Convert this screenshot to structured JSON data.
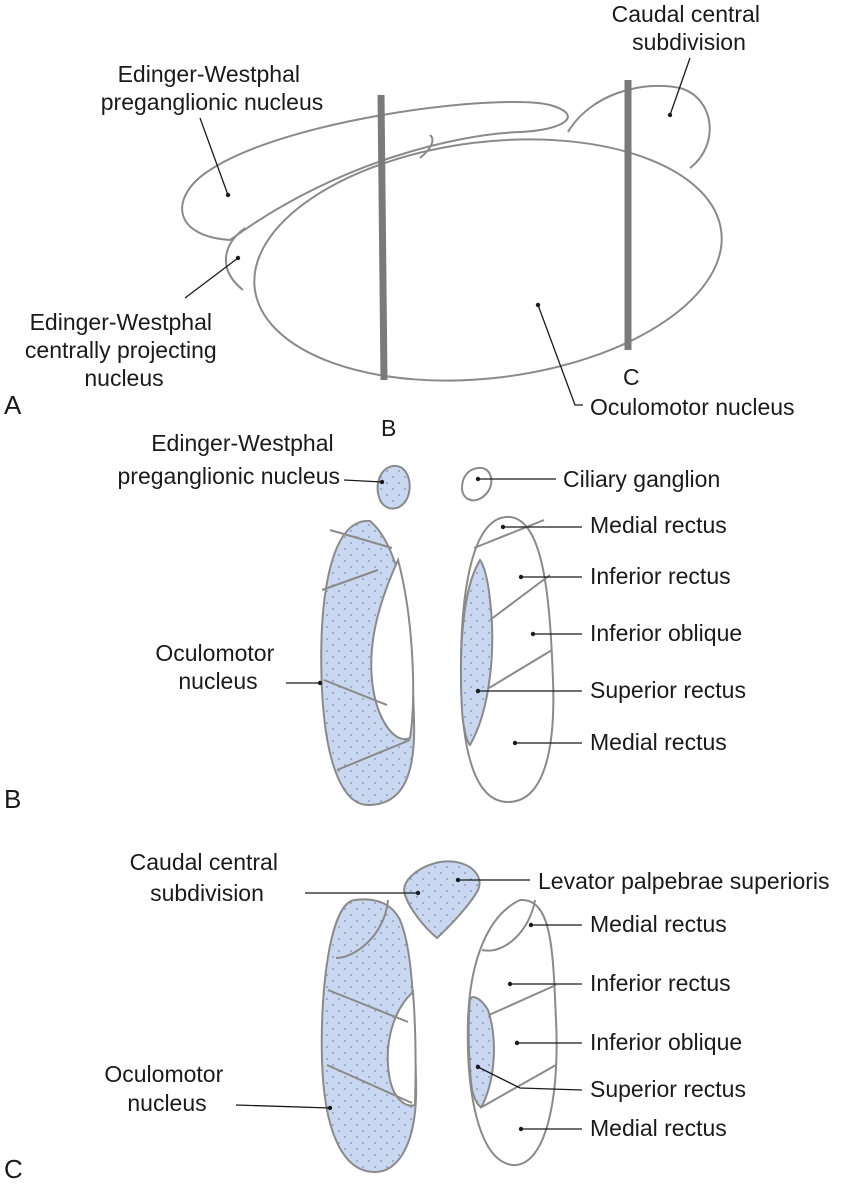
{
  "colors": {
    "shading": "#c9d8f0",
    "dot_pattern": "#7f8fb0",
    "outline": "#8a8a8a",
    "text": "#1a1a1a"
  },
  "panel_a": {
    "letter": "A",
    "labels": {
      "ew_preganglionic": [
        "Edinger-Westphal",
        "preganglionic nucleus"
      ],
      "caudal_central": [
        "Caudal central",
        "subdivision"
      ],
      "ew_centrally_projecting": [
        "Edinger-Westphal",
        "centrally projecting",
        "nucleus"
      ],
      "oculomotor_nucleus": "Oculomotor nucleus"
    },
    "section_markers": {
      "b": "B",
      "c": "C"
    }
  },
  "panel_b": {
    "letter": "B",
    "labels": {
      "ew_preganglionic": [
        "Edinger-Westphal",
        "preganglionic nucleus"
      ],
      "ciliary_ganglion": "Ciliary ganglion",
      "medial_rectus_top": "Medial rectus",
      "inferior_rectus": "Inferior rectus",
      "inferior_oblique": "Inferior oblique",
      "superior_rectus": "Superior rectus",
      "medial_rectus_bottom": "Medial rectus",
      "oculomotor_nucleus": [
        "Oculomotor",
        "nucleus"
      ]
    }
  },
  "panel_c": {
    "letter": "C",
    "labels": {
      "caudal_central": [
        "Caudal central",
        "subdivision"
      ],
      "levator": "Levator palpebrae superioris",
      "medial_rectus_top": "Medial rectus",
      "inferior_rectus": "Inferior rectus",
      "inferior_oblique": "Inferior oblique",
      "superior_rectus": "Superior rectus",
      "medial_rectus_bottom": "Medial rectus",
      "oculomotor_nucleus": [
        "Oculomotor",
        "nucleus"
      ]
    }
  }
}
